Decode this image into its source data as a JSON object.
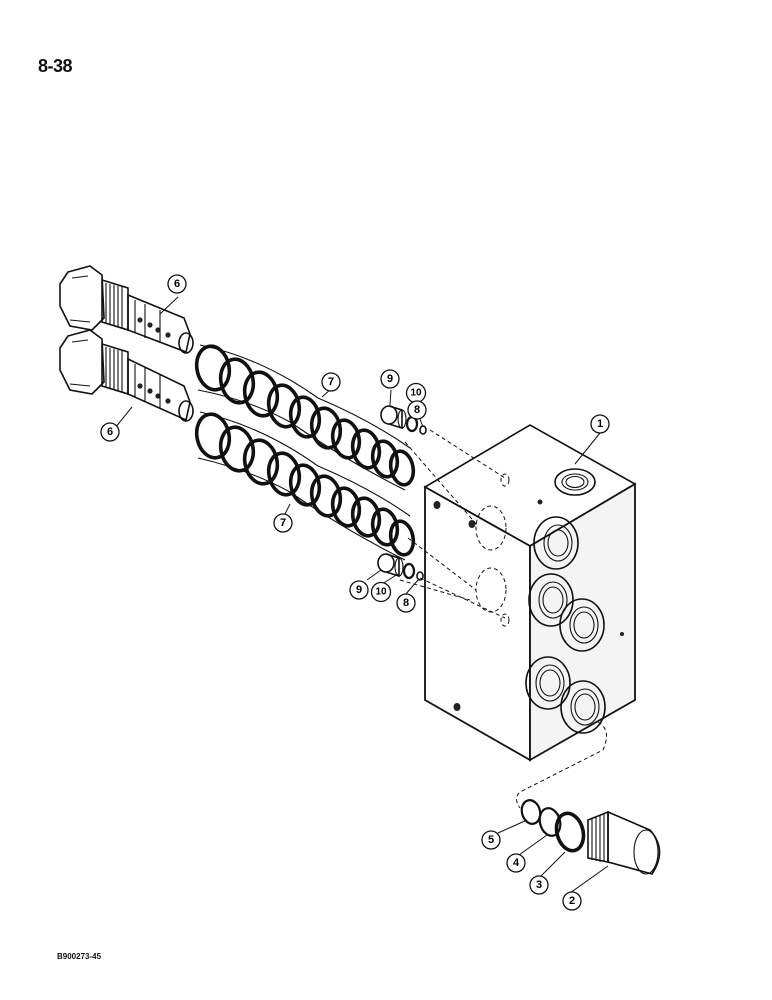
{
  "page": {
    "number": "8-38",
    "figure_code": "B900273-45"
  },
  "callouts": {
    "c1": "1",
    "c2": "2",
    "c3": "3",
    "c4": "4",
    "c5": "5",
    "c6a": "6",
    "c6b": "6",
    "c7a": "7",
    "c7b": "7",
    "c8a": "8",
    "c8b": "8",
    "c9a": "9",
    "c9b": "9",
    "c10a": "10",
    "c10b": "10"
  }
}
